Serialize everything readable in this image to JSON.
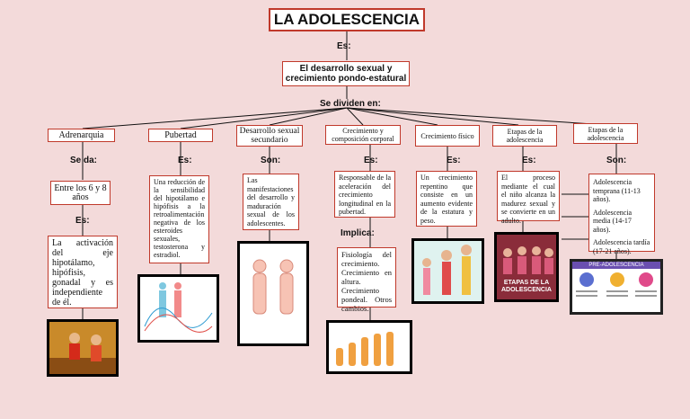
{
  "title": "LA ADOLESCENCIA",
  "es_top": "Es:",
  "definition": "El desarrollo sexual y crecimiento pondo-estatural",
  "se_dividen": "Se dividen en:",
  "nodes": [
    {
      "header": "Adrenarquia",
      "connector": "Se da:",
      "desc": "Entre los 6 y 8 años",
      "connector2": "Es:",
      "desc2": "La activación del eje hipotálamo, hipófisis, gonadal y es independiente de él."
    },
    {
      "header": "Pubertad",
      "connector": "Es:",
      "desc": "Una reducción de la sensibilidad del hipotálamo e hipófisis a la retroalimentación negativa de los esteroides sexuales, testosterona y estradiol."
    },
    {
      "header": "Desarrollo sexual secundario",
      "connector": "Son:",
      "desc": "Las manifestaciones del desarrollo y maduración sexual de los adolescentes."
    },
    {
      "header": "Crecimiento y composición corporal",
      "connector": "Es:",
      "desc": "Responsable de la aceleración del crecimiento longitudinal en la pubertad.",
      "connector2": "Implica:",
      "desc2": "Fisiología del crecimiento. Crecimiento en altura. Crecimiento pondeal. Otros cambios."
    },
    {
      "header": "Crecimiento físico",
      "connector": "Es:",
      "desc": "Un crecimiento repentino que consiste en un aumento evidente de la estatura y peso."
    },
    {
      "header": "Etapas de la adolescencia",
      "connector": "Es:",
      "desc": "El proceso mediante el cual el niño alcanza la madurez sexual y se convierte en un adulto.",
      "image_text": "ETAPAS DE LA ADOLESCENCIA"
    },
    {
      "header": "Etapas de la adolescencia",
      "connector": "Son:",
      "items": [
        "Adolescencia temprana (11-13 años).",
        "Adolescencia media (14-17 años).",
        "Adolescencia tardía (17-21 años)."
      ],
      "image_text": "PRE-ADOLESCENCIA"
    }
  ],
  "colors": {
    "border": "#c0392b",
    "background": "#f3dada"
  }
}
